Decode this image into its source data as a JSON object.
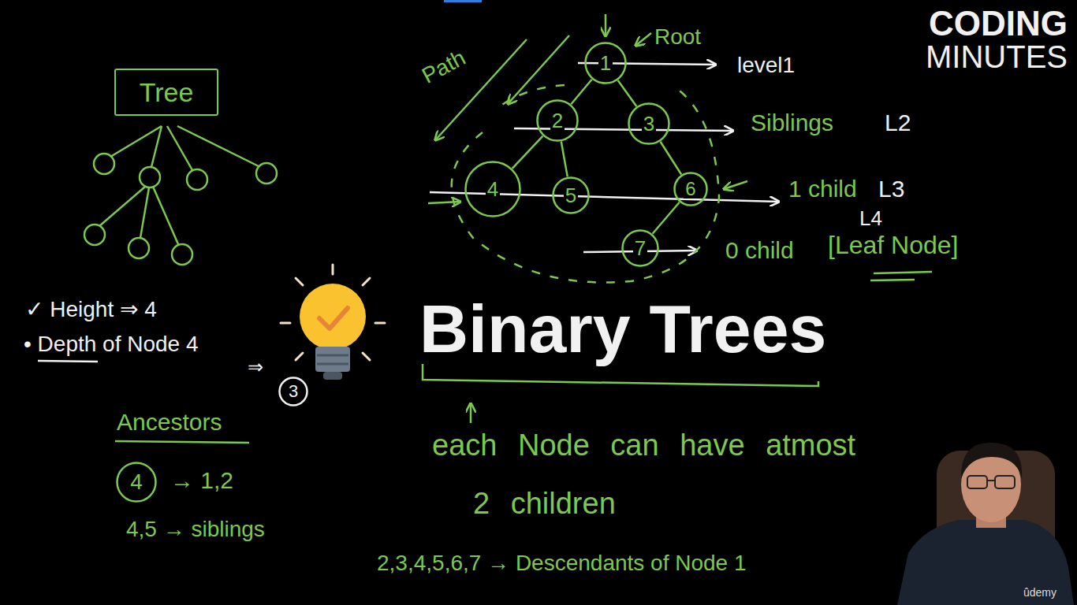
{
  "diagram": {
    "title": "Binary Trees",
    "nodes": [
      {
        "text": [
          "Tree"
        ]
      },
      {
        "text": [
          "1"
        ]
      },
      {
        "text": [
          "2"
        ]
      },
      {
        "text": [
          "3"
        ]
      },
      {
        "text": [
          "4"
        ]
      },
      {
        "text": [
          "5"
        ]
      },
      {
        "text": [
          "6"
        ]
      },
      {
        "text": [
          "7"
        ]
      },
      {
        "text": [
          "3"
        ]
      },
      {
        "text": [
          "4"
        ]
      }
    ],
    "edges": [
      {
        "from": 1,
        "to": 2,
        "arrow": "none"
      },
      {
        "from": 1,
        "to": 3,
        "arrow": "none"
      },
      {
        "from": 2,
        "to": 4,
        "arrow": "none"
      },
      {
        "from": 2,
        "to": 5,
        "arrow": "none"
      },
      {
        "from": 3,
        "to": 6,
        "arrow": "none"
      },
      {
        "from": 6,
        "to": 7,
        "arrow": "none"
      }
    ],
    "labels": [
      "Root",
      "Path",
      "level1",
      "Siblings",
      "L2",
      "1 child",
      "L3",
      "L4",
      "0 child",
      "[Leaf Node]",
      "✓ Height ⇒ 4",
      "• Depth of Node 4",
      "⇒",
      "Ancestors",
      "→ 1,2",
      "4,5 → siblings",
      "each Node can have atmost 2 children",
      "2,3,4,5,6,7 → Descendants of Node 1",
      "CODING",
      "MINUTES",
      "ûdemy"
    ]
  }
}
